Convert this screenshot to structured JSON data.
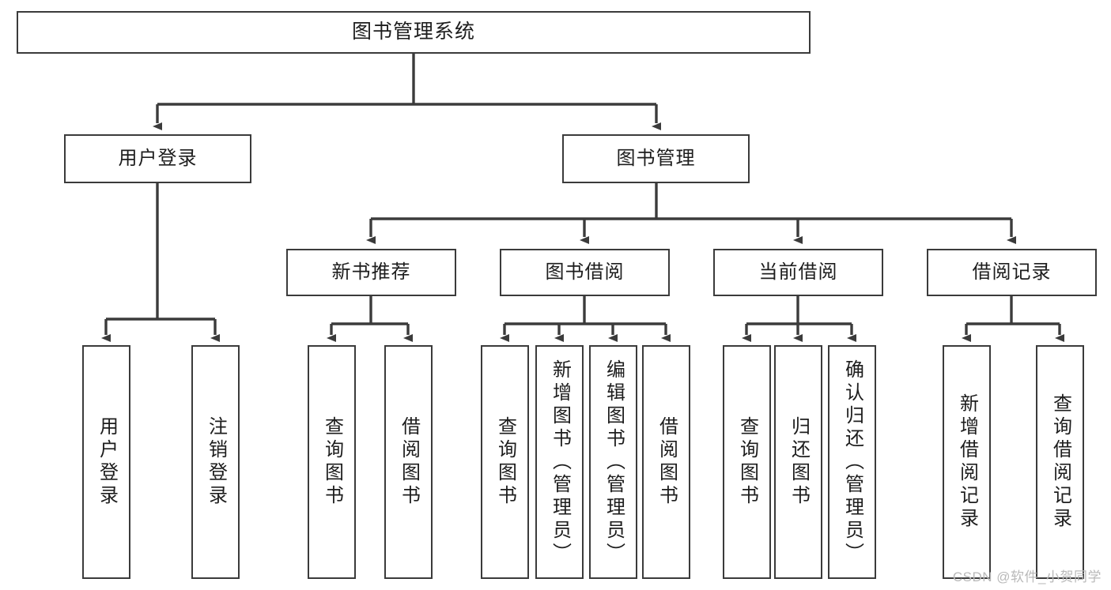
{
  "diagram": {
    "type": "tree",
    "title": "图书管理系统",
    "colors": {
      "stroke": "#3b3b3b",
      "fill": "#ffffff",
      "text": "#1d1d1d",
      "watermark": "#b9b9b9"
    },
    "root": {
      "label": "图书管理系统"
    },
    "level2": [
      {
        "label": "用户登录"
      },
      {
        "label": "图书管理"
      }
    ],
    "level3": [
      {
        "label": "新书推荐"
      },
      {
        "label": "图书借阅"
      },
      {
        "label": "当前借阅"
      },
      {
        "label": "借阅记录"
      }
    ],
    "leaves": {
      "user_login": [
        {
          "label": "用户登录"
        },
        {
          "label": "注销登录"
        }
      ],
      "new_book": [
        {
          "label": "查询图书"
        },
        {
          "label": "借阅图书"
        }
      ],
      "borrow_book": [
        {
          "label": "查询图书"
        },
        {
          "label": "新增图书（管理员）"
        },
        {
          "label": "编辑图书（管理员）"
        },
        {
          "label": "借阅图书"
        }
      ],
      "current_borrow": [
        {
          "label": "查询图书"
        },
        {
          "label": "归还图书"
        },
        {
          "label": "确认归还（管理员）"
        }
      ],
      "borrow_record": [
        {
          "label": "新增借阅记录"
        },
        {
          "label": "查询借阅记录"
        }
      ]
    }
  },
  "watermark": {
    "text": "CSDN @软件_小贺同学"
  }
}
